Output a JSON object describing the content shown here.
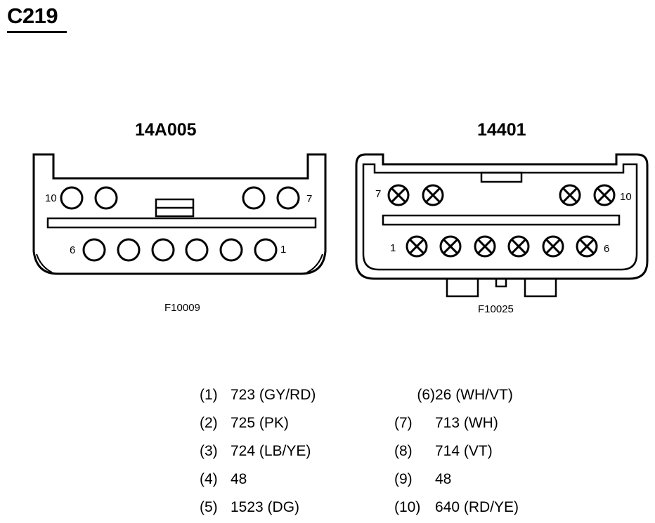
{
  "title": "C219",
  "connectors": [
    {
      "part_number": "14A005",
      "figure_id": "F10009",
      "pin_labels": {
        "top_left": "10",
        "top_right": "7",
        "bottom_left": "6",
        "bottom_right": "1"
      }
    },
    {
      "part_number": "14401",
      "figure_id": "F10025",
      "pin_labels": {
        "top_left": "7",
        "top_right": "10",
        "bottom_left": "1",
        "bottom_right": "6"
      }
    }
  ],
  "pinout": [
    {
      "pin": "(1)",
      "circuit": "723 (GY/RD)"
    },
    {
      "pin": "(2)",
      "circuit": "725 (PK)"
    },
    {
      "pin": "(3)",
      "circuit": "724 (LB/YE)"
    },
    {
      "pin": "(4)",
      "circuit": "48"
    },
    {
      "pin": "(5)",
      "circuit": "1523 (DG)"
    },
    {
      "pin": "(6)",
      "circuit": "26 (WH/VT)"
    },
    {
      "pin": "(7)",
      "circuit": "713 (WH)"
    },
    {
      "pin": "(8)",
      "circuit": "714 (VT)"
    },
    {
      "pin": "(9)",
      "circuit": "48"
    },
    {
      "pin": "(10)",
      "circuit": "640 (RD/YE)"
    }
  ]
}
